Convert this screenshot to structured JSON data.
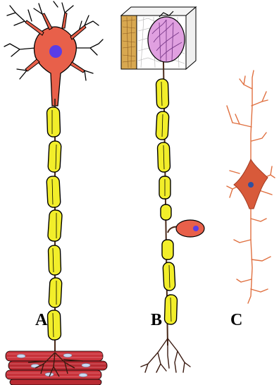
{
  "labels": {
    "a": "A",
    "b": "B",
    "c": "C"
  },
  "colors": {
    "soma": "#e8604a",
    "soma_outline": "#000000",
    "nucleus": "#5a3de6",
    "myelin": "#f2ee2a",
    "axon": "#4a2a1a",
    "muscle": "#c8323a",
    "muscle_stripe": "#e87880",
    "muscle_nucleus": "#c8d8f0",
    "receptor": "#e0a0e0",
    "tissue": "#d8a850",
    "neuron_c": "#e07040",
    "neuron_c_nucleus": "#3050a0"
  }
}
